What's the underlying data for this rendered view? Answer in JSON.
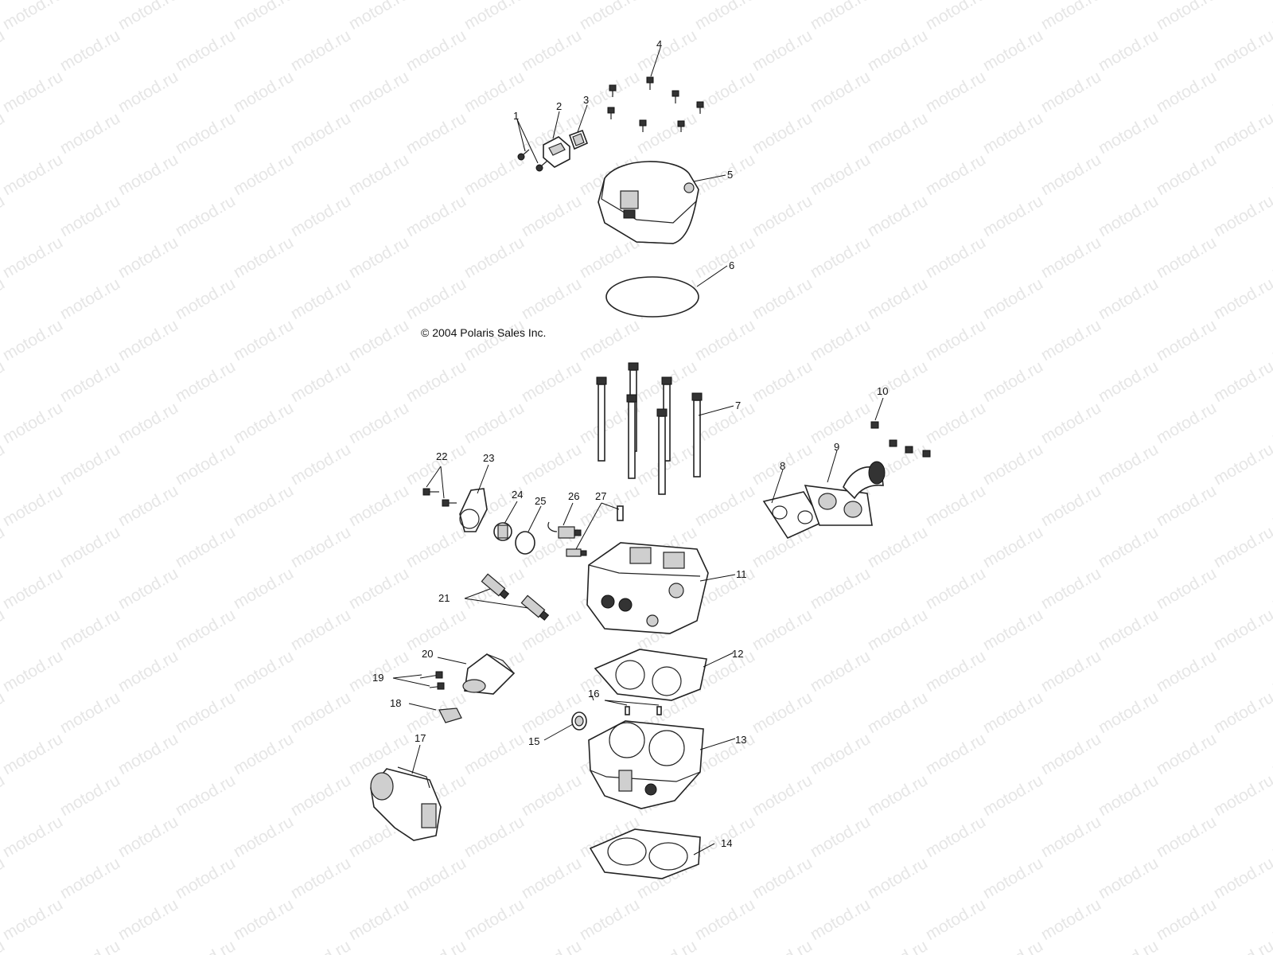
{
  "watermark": {
    "text": "motod.ru",
    "color": "#e6e6e6"
  },
  "copyright": "© 2004 Polaris Sales Inc.",
  "labels": {
    "l1": "1",
    "l2": "2",
    "l3": "3",
    "l4": "4",
    "l5": "5",
    "l6": "6",
    "l7": "7",
    "l8": "8",
    "l9": "9",
    "l10": "10",
    "l11": "11",
    "l12": "12",
    "l13": "13",
    "l14": "14",
    "l15": "15",
    "l16": "16",
    "l17": "17",
    "l18": "18",
    "l19": "19",
    "l20": "20",
    "l21": "21",
    "l22": "22",
    "l23": "23",
    "l24": "24",
    "l25": "25",
    "l26": "26",
    "l27": "27"
  }
}
